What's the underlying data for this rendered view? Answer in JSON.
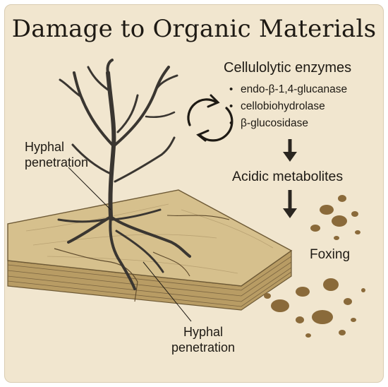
{
  "title": "Damage to Organic Materials",
  "enzymes": {
    "heading": "Cellulolytic enzymes",
    "items": [
      "endo-β-1,4-glucanase",
      "cellobiohydrolase",
      "β-glucosidase"
    ]
  },
  "acidic_metabolites": "Acidic metabolites",
  "foxing": "Foxing",
  "hyphal_label_top": {
    "line1": "Hyphal",
    "line2": "penetration"
  },
  "hyphal_label_bottom": {
    "line1": "Hyphal",
    "line2": "penetration"
  },
  "colors": {
    "background": "#f1e6cf",
    "paper_top": "#d6c08d",
    "paper_edge": "#b89c64",
    "hyphae": "#3a3631",
    "foxing_spots": "#8a6a3a",
    "text": "#1e1a14"
  },
  "icons": [
    "cycle-arrows-icon",
    "down-arrow-icon",
    "down-arrow-icon"
  ]
}
